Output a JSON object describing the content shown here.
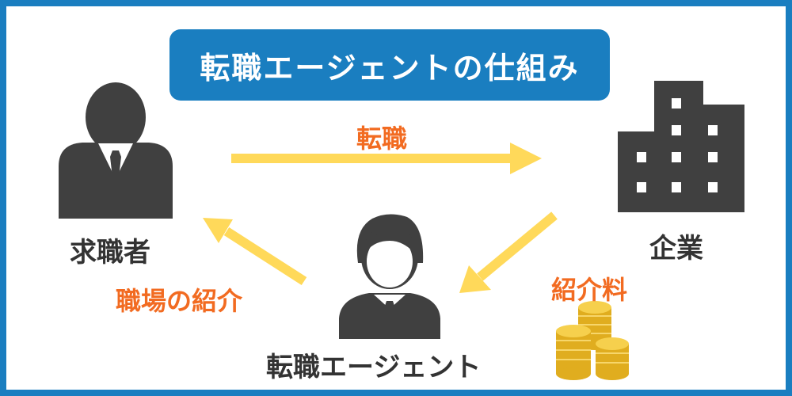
{
  "title": "転職エージェントの仕組み",
  "nodes": {
    "job_seeker": "求職者",
    "company": "企業",
    "agent": "転職エージェント"
  },
  "edges": {
    "to_company": "転職",
    "to_agent": "紹介料",
    "to_job_seeker": "職場の紹介"
  },
  "colors": {
    "frame": "#1a7ec0",
    "arrow": "#ffd95a",
    "label_accent": "#f26b21",
    "figure": "#404040",
    "coin": "#f2c230"
  }
}
